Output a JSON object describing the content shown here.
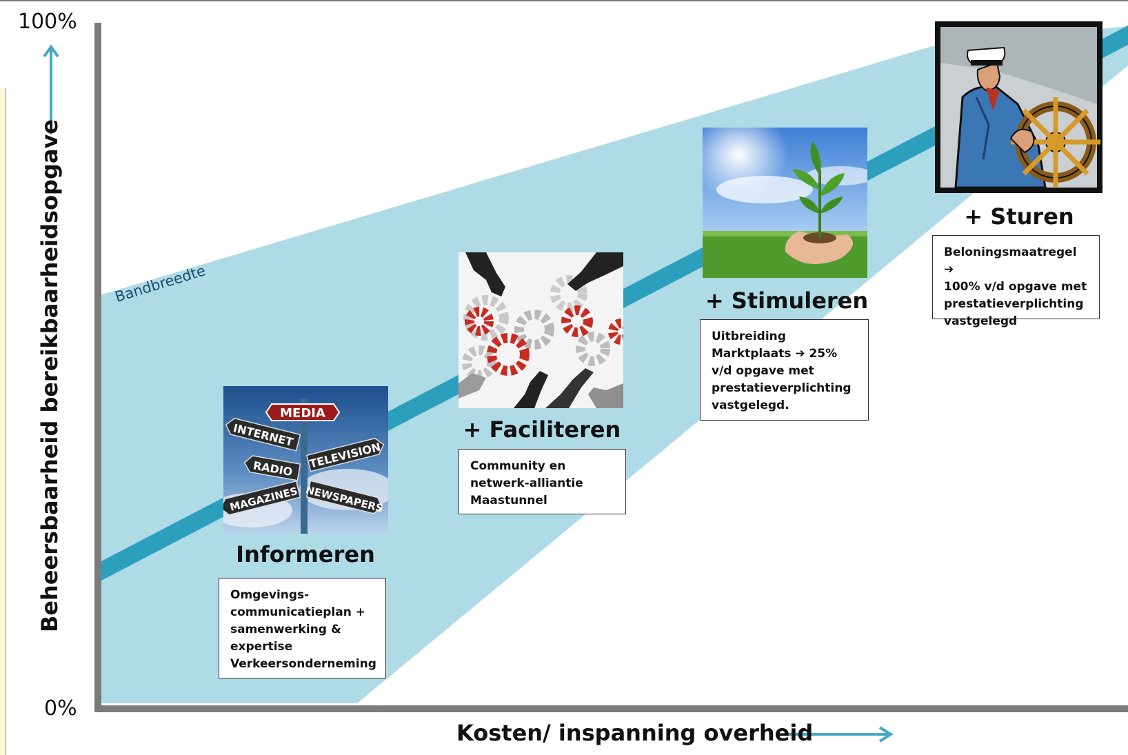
{
  "axes": {
    "y_top": "100%",
    "y_bottom": "0%",
    "y_title": "Beheersbaarheid bereikbaarheidsopgave",
    "x_title": "Kosten/ inspanning overheid"
  },
  "band_label": "Bandbreedte",
  "steps": [
    {
      "title": "Informeren",
      "description": "Omgevings-\ncommunicatieplan +\nsamenwerking &\nexpertise\nVerkeersonderneming",
      "image": {
        "icon": "signpost-icon",
        "signs": [
          "MEDIA",
          "INTERNET",
          "TELEVISION",
          "RADIO",
          "MAGAZINES",
          "NEWSPAPERS"
        ]
      }
    },
    {
      "title": "+ Faciliteren",
      "description": "Community en\nnetwerk-alliantie\nMaastunnel",
      "image": {
        "icon": "hands-gears-icon"
      }
    },
    {
      "title": "+ Stimuleren",
      "description": "Uitbreiding\nMarktplaats ➔ 25%\nv/d opgave met\nprestatieverplichting\nvastgelegd.",
      "image": {
        "icon": "plant-in-hands-icon"
      }
    },
    {
      "title": "+ Sturen",
      "description": "Beloningsmaatregel ➔\n100% v/d opgave met\nprestatieverplichting\nvastgelegd",
      "image": {
        "icon": "captain-at-helm-icon"
      }
    }
  ],
  "colors": {
    "band": "#aedbe6",
    "trend": "#2c9fbd",
    "axis": "#7b7b7b",
    "arrow": "#47a9c4"
  }
}
